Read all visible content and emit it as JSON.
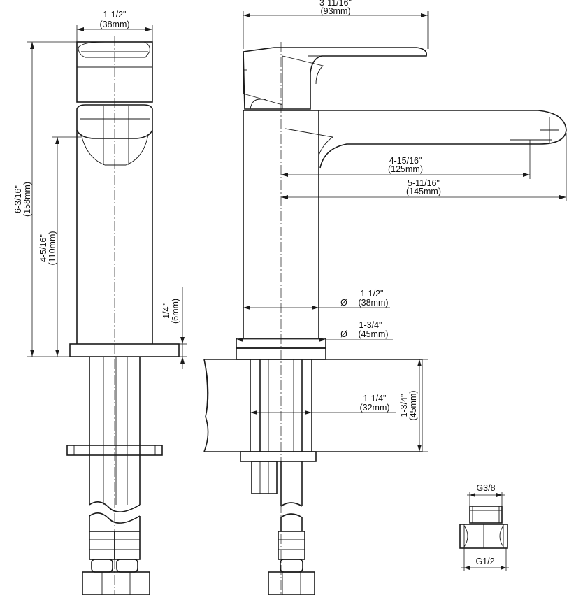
{
  "front_view": {
    "width_in": "1-1/2\"",
    "width_mm": "(38mm)",
    "height_in": "6-3/16\"",
    "height_mm": "(158mm)",
    "body_height_in": "4-5/16\"",
    "body_height_mm": "(110mm)",
    "base_in": "1/4\"",
    "base_mm": "(6mm)"
  },
  "side_view": {
    "top_width_in": "3-11/16\"",
    "top_width_mm": "(93mm)",
    "spout_inner_in": "4-15/16\"",
    "spout_inner_mm": "(125mm)",
    "spout_outer_in": "5-11/16\"",
    "spout_outer_mm": "(145mm)",
    "body_dia_in": "1-1/2\"",
    "body_dia_mm": "(38mm)",
    "base_dia_in": "1-3/4\"",
    "base_dia_mm": "(45mm)",
    "hole_in": "1-1/4\"",
    "hole_mm": "(32mm)",
    "deck_in": "1-3/4\"",
    "deck_mm": "(45mm)",
    "diameter_symbol": "Ø"
  },
  "adapter": {
    "top_thread": "G3/8",
    "bottom_thread": "G1/2"
  }
}
